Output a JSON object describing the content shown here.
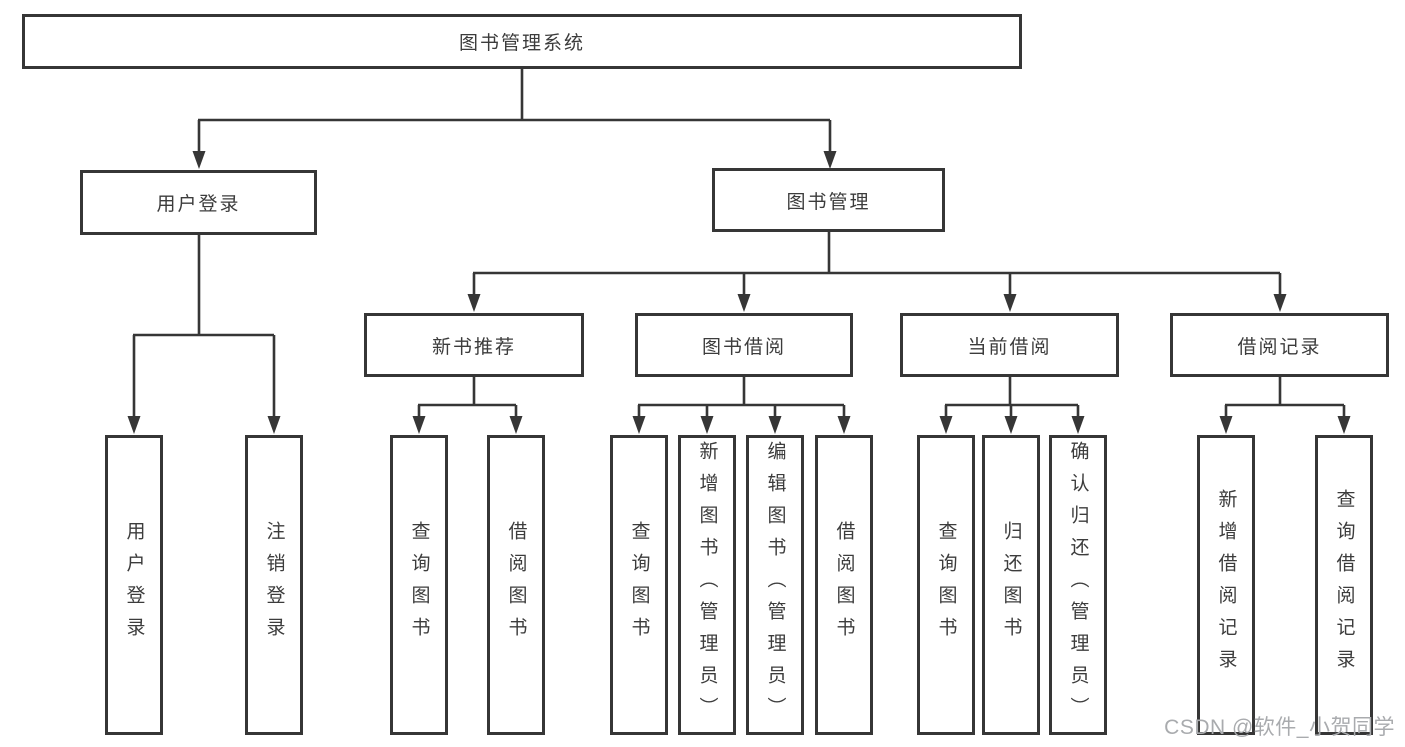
{
  "colors": {
    "line": "#363636",
    "box_border": "#363636",
    "text": "#3c3c3c",
    "background": "#ffffff",
    "watermark": "#a9abae"
  },
  "watermark": {
    "text": "CSDN @软件_小贺同学"
  },
  "diagram": {
    "root": {
      "label": "图书管理系统"
    },
    "branches": [
      {
        "label": "用户登录",
        "children": [
          {
            "label": "用户登录"
          },
          {
            "label": "注销登录"
          }
        ]
      },
      {
        "label": "图书管理",
        "children": [
          {
            "label": "新书推荐",
            "children": [
              {
                "label": "查询图书"
              },
              {
                "label": "借阅图书"
              }
            ]
          },
          {
            "label": "图书借阅",
            "children": [
              {
                "label": "查询图书"
              },
              {
                "label": "新增图书（管理员）"
              },
              {
                "label": "编辑图书（管理员）"
              },
              {
                "label": "借阅图书"
              }
            ]
          },
          {
            "label": "当前借阅",
            "children": [
              {
                "label": "查询图书"
              },
              {
                "label": "归还图书"
              },
              {
                "label": "确认归还（管理员）"
              }
            ]
          },
          {
            "label": "借阅记录",
            "children": [
              {
                "label": "新增借阅记录"
              },
              {
                "label": "查询借阅记录"
              }
            ]
          }
        ]
      }
    ]
  }
}
